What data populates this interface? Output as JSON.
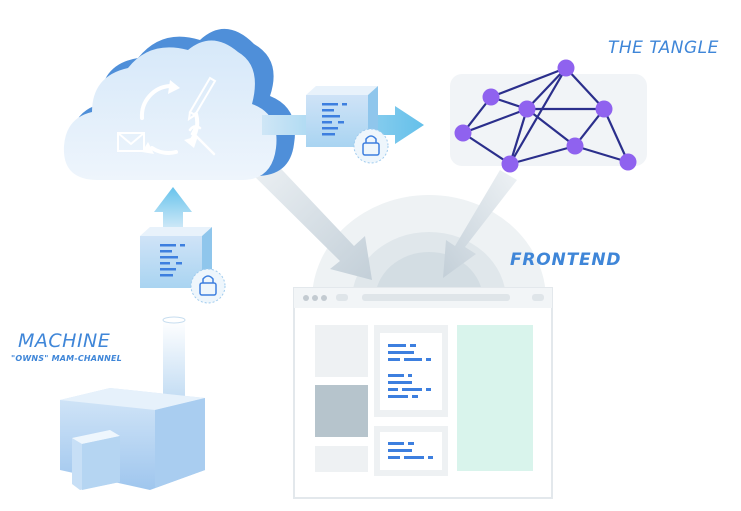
{
  "labels": {
    "tangle": "THE TANGLE",
    "frontend": "FRONTEND",
    "machine": "MACHINE",
    "owns": "\"OWNS\" MAM-CHANNEL"
  },
  "colors": {
    "label_blue": "#3f86d8",
    "cloud_blue": "#4f8fd9",
    "node_purple": "#8f62ef",
    "edge_navy": "#2b2f8c",
    "panel_mint": "#d9f4ec",
    "text_line_blue": "#3d7fdf"
  },
  "icons": [
    "cloud-icon",
    "envelope-icon",
    "pencil-icon",
    "wrench-icon",
    "recycle-arrows-icon",
    "data-block-icon",
    "lock-icon",
    "factory-icon",
    "browser-window-icon",
    "network-graph-icon"
  ]
}
